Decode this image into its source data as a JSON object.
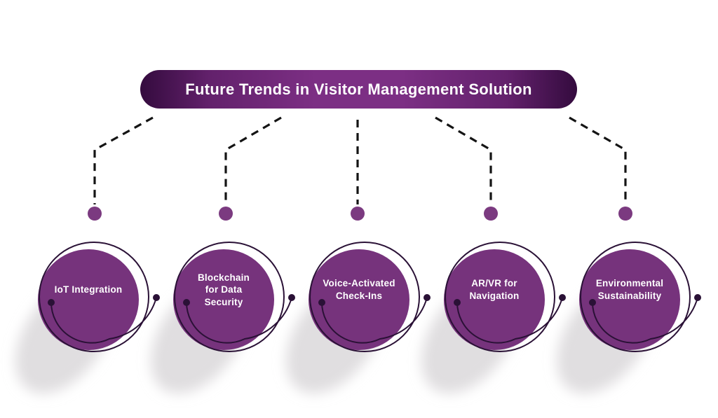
{
  "title": "Future Trends in Visitor Management Solution",
  "nodes": [
    {
      "label": "IoT Integration"
    },
    {
      "label": "Blockchain\nfor Data\nSecurity"
    },
    {
      "label": "Voice-Activated\nCheck-Ins"
    },
    {
      "label": "AR/VR for\nNavigation"
    },
    {
      "label": "Environmental\nSustainability"
    }
  ],
  "colors": {
    "background": "#ffffff",
    "node_fill": "#76337c",
    "banner_center": "#7c2f84",
    "banner_edge": "#340b3e",
    "outline": "#2a1136",
    "connector": "#141414",
    "connector_dot": "#7b3a80",
    "text": "#ffffff",
    "shadow": "#dbd8db"
  }
}
